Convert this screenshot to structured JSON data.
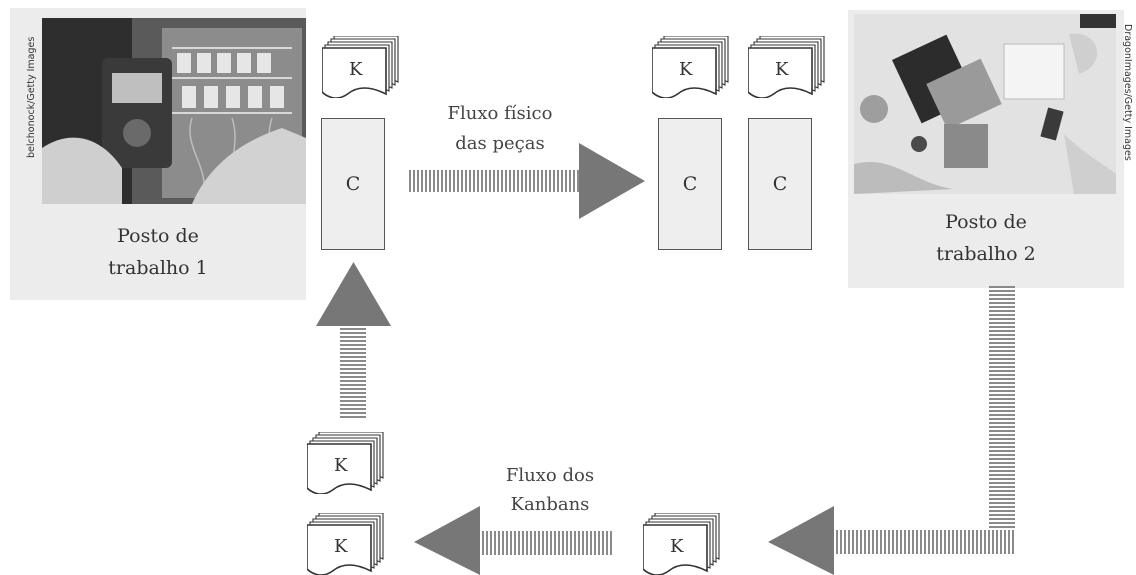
{
  "stations": [
    {
      "label_line1": "Posto de",
      "label_line2": "trabalho 1",
      "photo_credit": "belchonock/Getty Images"
    },
    {
      "label_line1": "Posto de",
      "label_line2": "trabalho 2",
      "photo_credit": "DragonImages/Getty Images"
    }
  ],
  "flows": {
    "parts_line1": "Fluxo físico",
    "parts_line2": "das peças",
    "kanban_line1": "Fluxo dos",
    "kanban_line2": "Kanbans"
  },
  "kanban_letter": "K",
  "container_letter": "C",
  "colors": {
    "arrow": "#777777",
    "stripe": "#8a8a8a",
    "panel": "#ececec",
    "box_border": "#555555"
  }
}
